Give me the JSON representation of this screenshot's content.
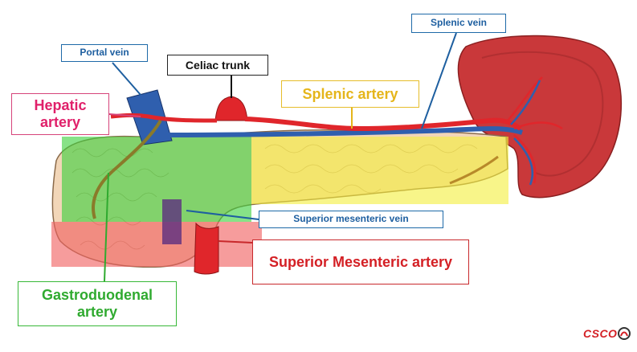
{
  "labels": {
    "portal_vein": "Portal vein",
    "celiac_trunk": "Celiac trunk",
    "splenic_vein": "Splenic vein",
    "hepatic_artery": "Hepatic artery",
    "splenic_artery": "Splenic artery",
    "superior_mesenteric_vein": "Superior mesenteric vein",
    "superior_mesenteric_artery": "Superior Mesenteric artery",
    "gastroduodenal_artery": "Gastroduodenal artery"
  },
  "logo": {
    "text": "CSCO"
  },
  "colors": {
    "artery": "#e0262b",
    "vein": "#1f5fae",
    "spleen": "#c9383a",
    "pancreas": "#f2d6b8",
    "highlight_green": "#3ed13e",
    "highlight_yellow": "#f3ee3a",
    "highlight_red": "#f06060"
  }
}
